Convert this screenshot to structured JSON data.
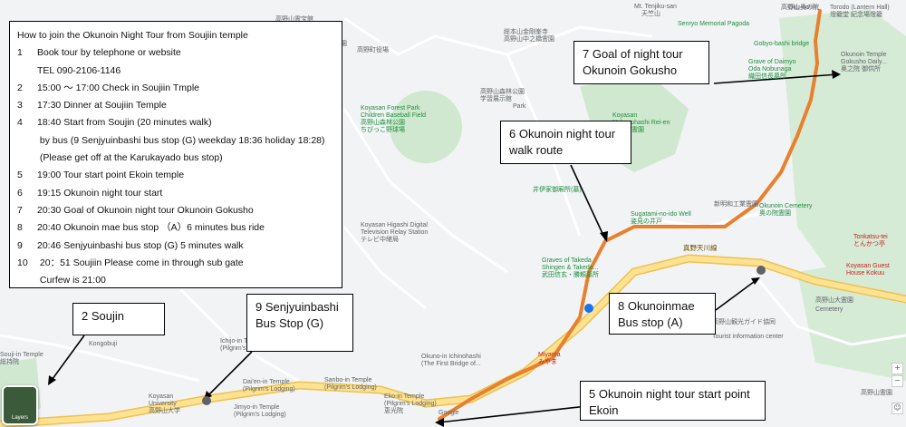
{
  "info_box": {
    "title": "How to join the Okunoin Night Tour from Soujiin temple",
    "rows": [
      {
        "num": "1",
        "text": "Book tour by telephone or website"
      },
      {
        "num": "",
        "text": "TEL 090-2106-1146"
      },
      {
        "num": "2",
        "text": "15:00 〜 17:00 Check in Soujiin Tmple"
      },
      {
        "num": "3",
        "text": "17:30   Dinner at Soujiin Temple"
      },
      {
        "num": "4",
        "text": "18:40   Start from Soujin    (20 minutes walk)"
      },
      {
        "num": "",
        "text": "   by bus     (9 Senjyuinbashi bus stop (G) weekday 18:36 holiday 18:28)"
      },
      {
        "num": "",
        "text": "                   (Please get off at the Karukayado bus stop)"
      },
      {
        "num": "5",
        "text": "19:00    Tour start point Ekoin temple"
      },
      {
        "num": "6",
        "text": "19:15    Okunoin night tour start"
      },
      {
        "num": "7",
        "text": "20:30    Goal of Okunoin night tour     Okunoin Gokusho"
      },
      {
        "num": "8",
        "text": "20:40    Okunoin mae bus stop （A）6 minutes bus ride"
      },
      {
        "num": "9",
        "text": "20:46    Senjyuinbashi bus stop (G)  5 minutes walk"
      },
      {
        "num": "10",
        "text": "   20：51    Soujiin  Please come in through sub gate"
      },
      {
        "num": "",
        "text": "                 Curfew  is 21:00"
      }
    ]
  },
  "callouts": {
    "goal": {
      "line1": "7  Goal of night tour",
      "line2": "   Okunoin Gokusho"
    },
    "walk": {
      "line1": "6  Okunoin night tour",
      "line2": "    walk route"
    },
    "soujin": {
      "line1": "2  Soujin"
    },
    "senjyuinbashi": {
      "line1": "9  Senjyuinbashi",
      "line2": "Bus Stop (G)"
    },
    "okunoinmae": {
      "line1": "8  Okunoinmae",
      "line2": "   Bus stop (A)"
    },
    "start": {
      "line1": "5 Okunoin  night tour start point",
      "line2": "   Ekoin"
    }
  },
  "map_labels": [
    {
      "text": "高野山奥の院",
      "cls": "",
      "poi": true
    },
    {
      "text": "Oku-no-in",
      "cls": ""
    },
    {
      "text": "Torodo (Lantern Hall)",
      "cls": ""
    },
    {
      "text": "燈籠堂 紀念場燈籠",
      "cls": ""
    },
    {
      "text": "Mt. Tenjiku-san",
      "cls": ""
    },
    {
      "text": "天竺山",
      "cls": ""
    },
    {
      "text": "Senryo Memorial Pagoda",
      "cls": "green"
    },
    {
      "text": "Gobyo-bashi bridge",
      "cls": "green"
    },
    {
      "text": "Okunoin Temple",
      "cls": ""
    },
    {
      "text": "Gokusho Daily...",
      "cls": ""
    },
    {
      "text": "奥之院 御供所",
      "cls": ""
    },
    {
      "text": "Grave of Daimyo",
      "cls": "green"
    },
    {
      "text": "Oda Nobunaga",
      "cls": "green"
    },
    {
      "text": "織田信長墓所",
      "cls": "green"
    },
    {
      "text": "総本山金剛峯寺",
      "cls": ""
    },
    {
      "text": "高野山中之橋霊園",
      "cls": ""
    },
    {
      "text": "高野山森林公園",
      "cls": ""
    },
    {
      "text": "学習展示館",
      "cls": ""
    },
    {
      "text": "Park",
      "cls": ""
    },
    {
      "text": "Koyasan Forest Park",
      "cls": "green"
    },
    {
      "text": "Children Baseball Field",
      "cls": "green"
    },
    {
      "text": "高野山森林公園",
      "cls": "green"
    },
    {
      "text": "ちびっこ野球場",
      "cls": "green"
    },
    {
      "text": "Koyasan",
      "cls": "green"
    },
    {
      "text": "Nakanohashi Rei-en",
      "cls": "green"
    },
    {
      "text": "中之橋霊園",
      "cls": "green"
    },
    {
      "text": "井伊家御廟所(墓)",
      "cls": "green"
    },
    {
      "text": "新明和工業霊園",
      "cls": ""
    },
    {
      "text": "Okunoin Cemetery",
      "cls": "green"
    },
    {
      "text": "奥の院霊園",
      "cls": "green"
    },
    {
      "text": "Sugatami-no-ido Well",
      "cls": "green"
    },
    {
      "text": "姿見の井戸",
      "cls": "green"
    },
    {
      "text": "Koyasan Higashi Digital",
      "cls": ""
    },
    {
      "text": "Television Relay Station",
      "cls": ""
    },
    {
      "text": "テレビ中継局",
      "cls": ""
    },
    {
      "text": "Graves of Takeda",
      "cls": "green"
    },
    {
      "text": "Shingen & Takeda...",
      "cls": "green"
    },
    {
      "text": "武田信玄・勝頼墓所",
      "cls": "green"
    },
    {
      "text": "真野天川線",
      "cls": "road"
    },
    {
      "text": "Tonkatsu-tei",
      "cls": "red"
    },
    {
      "text": "とんかつ亭",
      "cls": "red"
    },
    {
      "text": "Koyasan Guest",
      "cls": "red"
    },
    {
      "text": "House Kokuu",
      "cls": "red"
    },
    {
      "text": "高野山大霊園",
      "cls": ""
    },
    {
      "text": "Cemetery",
      "cls": ""
    },
    {
      "text": "高野山観光ガイド協同",
      "cls": ""
    },
    {
      "text": "Tourist information center",
      "cls": ""
    },
    {
      "text": "高野山霊園",
      "cls": ""
    },
    {
      "text": "Okuno-in Ichinohashi",
      "cls": ""
    },
    {
      "text": "(The First Bridge of...",
      "cls": ""
    },
    {
      "text": "Miyama",
      "cls": "red"
    },
    {
      "text": "みやま",
      "cls": "red"
    },
    {
      "text": "Eko-in Temple",
      "cls": ""
    },
    {
      "text": "(Pilgrim's Lodging)",
      "cls": ""
    },
    {
      "text": "恵光院",
      "cls": ""
    },
    {
      "text": "Sanbo-in Temple",
      "cls": ""
    },
    {
      "text": "(Pilgrim's Lodging)",
      "cls": ""
    },
    {
      "text": "Dai'en-in Temple",
      "cls": ""
    },
    {
      "text": "(Pilgrim's Lodging)",
      "cls": ""
    },
    {
      "text": "Jimyo-in Temple",
      "cls": ""
    },
    {
      "text": "(Pilgrim's Lodging)",
      "cls": ""
    },
    {
      "text": "Ichijo-in Temple",
      "cls": ""
    },
    {
      "text": "(Pilgrim's Lodging)",
      "cls": ""
    },
    {
      "text": "Koyasan",
      "cls": ""
    },
    {
      "text": "University",
      "cls": ""
    },
    {
      "text": "高野山大学",
      "cls": ""
    },
    {
      "text": "Kongobuji",
      "cls": ""
    },
    {
      "text": "Souji-in Temple",
      "cls": ""
    },
    {
      "text": "総持院",
      "cls": ""
    },
    {
      "text": "高野山霊宝館",
      "cls": ""
    },
    {
      "text": "高野町立 高野山こども園",
      "cls": ""
    },
    {
      "text": "高野町役場",
      "cls": ""
    },
    {
      "text": "Google",
      "cls": ""
    }
  ],
  "layers_label": "Layers",
  "colors": {
    "route": "#e8802d",
    "road_major": "#fde293",
    "road_major_edge": "#f0c14b",
    "park": "#cfe8cf",
    "water": "#aadaff"
  }
}
